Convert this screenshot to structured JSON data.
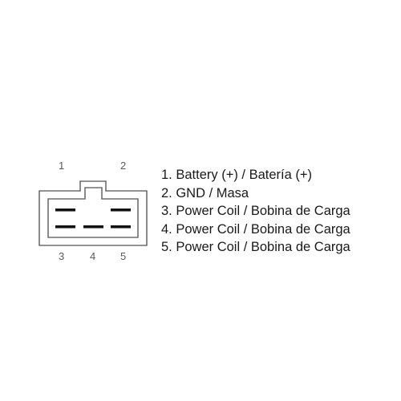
{
  "pin_numbers": {
    "top": [
      "1",
      "2"
    ],
    "bottom": [
      "3",
      "4",
      "5"
    ]
  },
  "legend": [
    "1. Battery (+) / Batería (+)",
    "2. GND / Masa",
    "3. Power Coil / Bobina de Carga",
    "4. Power Coil / Bobina de Carga",
    "5. Power Coil / Bobina de Carga"
  ],
  "colors": {
    "outline": "#6e6e6e",
    "pin": "#111111",
    "text": "#1a1a1a",
    "pin_label": "#5a5a5a"
  }
}
